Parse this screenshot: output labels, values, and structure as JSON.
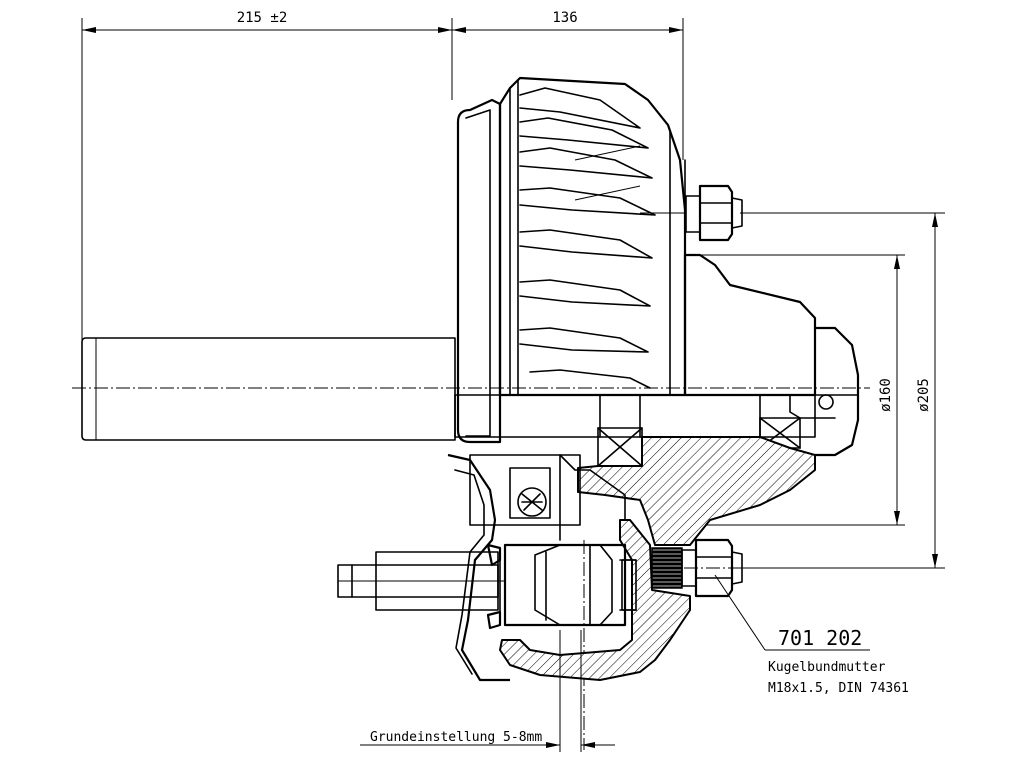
{
  "drawing": {
    "dimensions": {
      "shaft_length": "215 ±2",
      "hub_width": "136",
      "bolt_circle": "ø160",
      "rim_diameter": "ø205"
    },
    "callout": {
      "part_number": "701 202",
      "part_name": "Kugelbundmutter",
      "part_spec": "M18x1.5, DIN 74361"
    },
    "note": {
      "adjustment": "Grundeinstellung 5-8mm"
    }
  }
}
